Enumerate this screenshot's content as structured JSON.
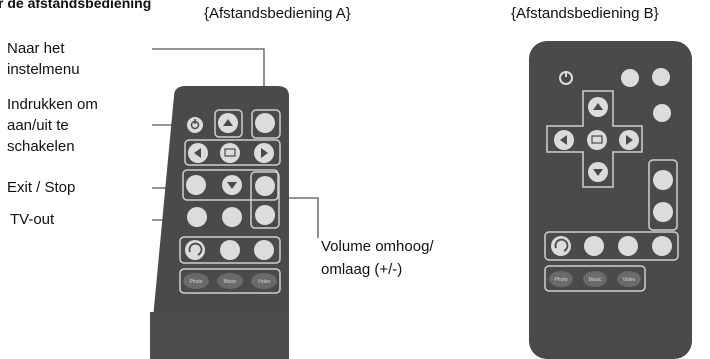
{
  "title": "r de afstandsbediening",
  "remote_a": {
    "caption": "{Afstandsbediening A}",
    "labels": {
      "menu": [
        "Naar het",
        "instelmenu"
      ],
      "power": [
        "Indrukken om",
        "aan/uit te",
        "schakelen"
      ],
      "exit": "Exit / Stop",
      "tvout": "TV-out",
      "volume": [
        "Volume omhoog/",
        "omlaag (+/-)"
      ]
    },
    "bottom_buttons": [
      "Photo",
      "Music",
      "Video"
    ]
  },
  "remote_b": {
    "caption": "{Afstandsbediening B}",
    "bottom_buttons": [
      "Photo",
      "Music",
      "Video"
    ]
  },
  "colors": {
    "remote_body": "#4a4a4a",
    "button": "#dcdcdc",
    "leader_line": "#555555"
  }
}
